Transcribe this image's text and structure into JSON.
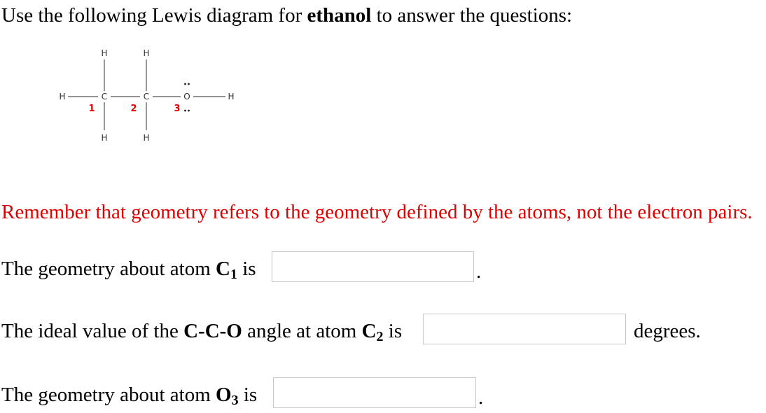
{
  "intro": {
    "before": "Use the following Lewis diagram for ",
    "molecule": "ethanol",
    "after": " to answer the questions:"
  },
  "diagram": {
    "atoms": {
      "h_top_1": "H",
      "h_top_2": "H",
      "h_left": "H",
      "c1": "C",
      "c2": "C",
      "o": "O",
      "h_right": "H",
      "h_bottom_1": "H",
      "h_bottom_2": "H"
    },
    "numbers": [
      "1",
      "2",
      "3"
    ],
    "number_color": "#e00000"
  },
  "reminder": "Remember that geometry refers to the geometry defined by the atoms, not the electron pairs.",
  "questions": [
    {
      "prefix": "The geometry about atom ",
      "atom": "C",
      "index": "1",
      "suffix": " is",
      "answer": "",
      "after": "."
    },
    {
      "prefix": "The ideal value of the ",
      "angle": "C-C-O",
      "middle": " angle at atom ",
      "atom": "C",
      "index": "2",
      "suffix": " is",
      "answer": "",
      "unit": "degrees."
    },
    {
      "prefix": "The geometry about atom ",
      "atom": "O",
      "index": "3",
      "suffix": " is",
      "answer": "",
      "after": "."
    }
  ]
}
